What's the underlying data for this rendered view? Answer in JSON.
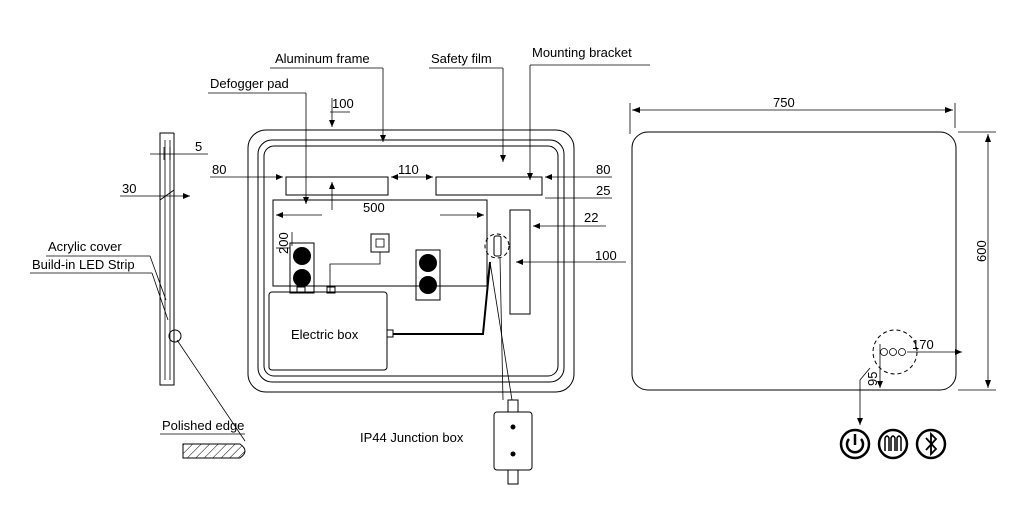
{
  "labels": {
    "aluminum_frame": "Aluminum frame",
    "defogger_pad": "Defogger pad",
    "safety_film": "Safety film",
    "mounting_bracket": "Mounting bracket",
    "acrylic_cover": "Acrylic cover",
    "led_strip": "Build-in LED Strip",
    "polished_edge": "Polished edge",
    "electric_box": "Electric box",
    "junction_box": "IP44 Junction box"
  },
  "dimensions": {
    "side_5": "5",
    "side_30": "30",
    "top_100": "100",
    "left_80": "80",
    "middle_110": "110",
    "right_80": "80",
    "right_25": "25",
    "width_500": "500",
    "right_22": "22",
    "height_200": "200",
    "right_100": "100",
    "width_750": "750",
    "height_600": "600",
    "switch_170": "170",
    "switch_95": "95"
  },
  "icons": [
    "power-icon",
    "defogger-icon",
    "bluetooth-icon"
  ]
}
